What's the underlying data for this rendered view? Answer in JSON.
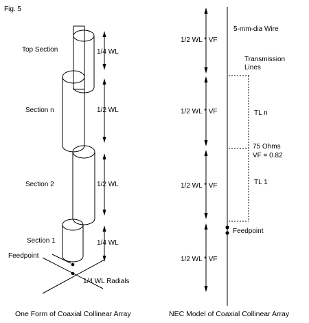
{
  "figure_label": "Fig. 5",
  "left": {
    "section_labels": [
      "Top Section",
      "Section n",
      "Section 2",
      "Section 1"
    ],
    "length_labels": [
      "1/4 WL",
      "1/2 WL",
      "1/2 WL",
      "1/4 WL"
    ],
    "feedpoint_label": "Feedpoint",
    "radials_label": "1/4 WL Radials",
    "caption": "One Form of Coaxial Collinear Array"
  },
  "right": {
    "wire_label": "5-mm-dia Wire",
    "vf_labels": [
      "1/2 WL * VF",
      "1/2 WL * VF",
      "1/2 WL * VF",
      "1/2 WL * VF"
    ],
    "tl_header_line1": "Transmission",
    "tl_header_line2": "Lines",
    "tl_n_label": "TL n",
    "ohms_label": "75 Ohms",
    "vf_value_label": "VF = 0.82",
    "tl_1_label": "TL 1",
    "feedpoint_label": "Feedpoint",
    "caption": "NEC Model of Coaxial Collinear Array"
  }
}
